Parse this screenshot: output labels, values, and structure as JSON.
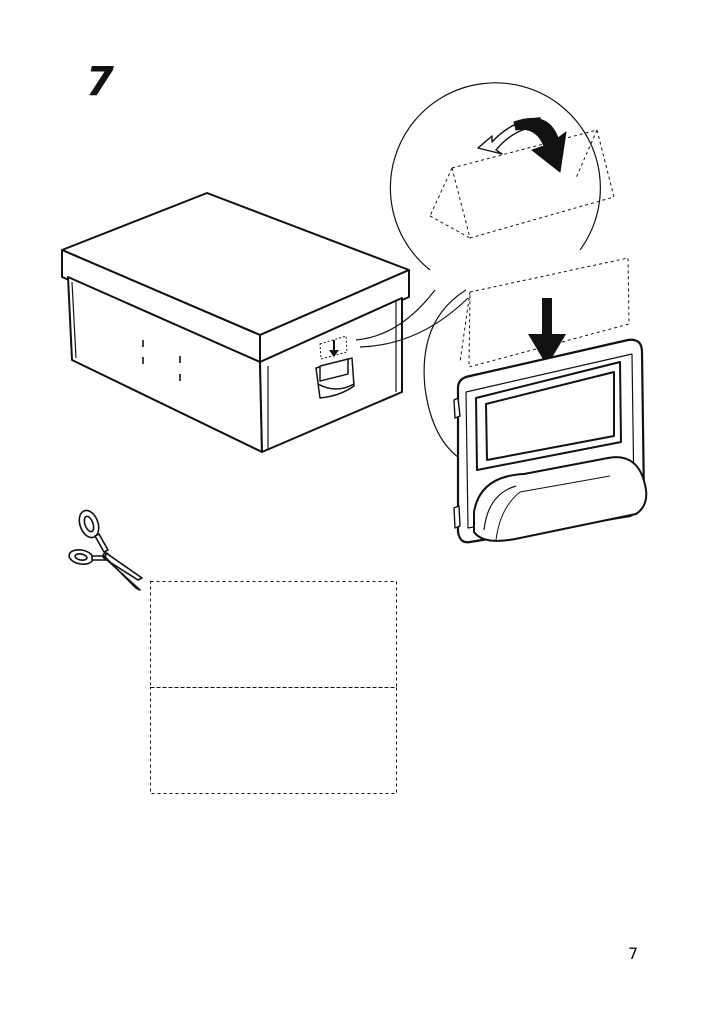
{
  "step": {
    "number": "7"
  },
  "footer": {
    "page_number": "7"
  },
  "colors": {
    "ink": "#111111",
    "paper": "#ffffff"
  },
  "icons": {
    "box": "storage-box-with-lid",
    "label_holder": "label-holder-handle",
    "fold": "fold-arrow-icon",
    "insert": "down-arrow-icon",
    "cut": "scissors-icon"
  }
}
